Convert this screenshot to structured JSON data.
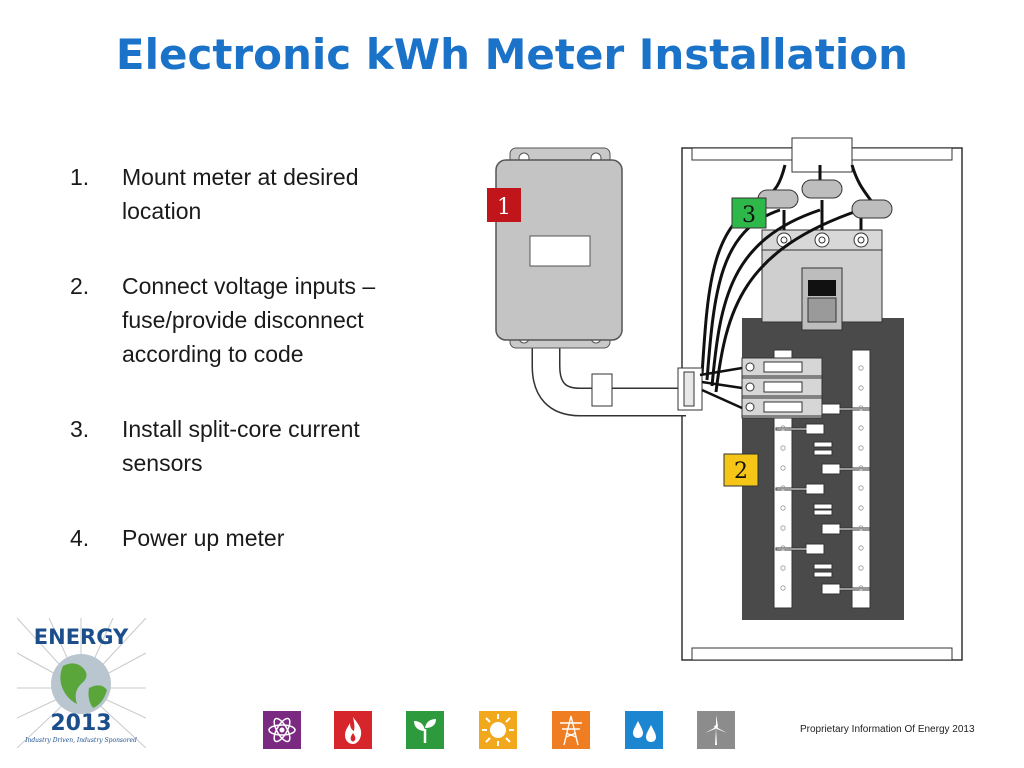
{
  "slide": {
    "title": "Electronic kWh Meter Installation",
    "footer": "Proprietary Information Of Energy 2013"
  },
  "steps": [
    {
      "number": "1.",
      "text": "Mount meter at desired location"
    },
    {
      "number": "2.",
      "text": "Connect voltage inputs – fuse/provide disconnect according to code"
    },
    {
      "number": "3.",
      "text": "Install split-core current sensors"
    },
    {
      "number": "4.",
      "text": "Power up meter"
    }
  ],
  "diagram": {
    "callouts": [
      {
        "label": "1",
        "color": "#c0151b"
      },
      {
        "label": "2",
        "color": "#f5c518"
      },
      {
        "label": "3",
        "color": "#2fb84a"
      }
    ]
  },
  "logo": {
    "word": "ENERGY",
    "year": "2013",
    "tagline": "Industry Driven, Industry Sponsored"
  },
  "footer_icons": [
    {
      "name": "atom-icon",
      "color": "#7b2a82"
    },
    {
      "name": "flame-icon",
      "color": "#d6262b"
    },
    {
      "name": "sprout-icon",
      "color": "#2e9a3e"
    },
    {
      "name": "sun-icon",
      "color": "#f2a81d"
    },
    {
      "name": "power-tower-icon",
      "color": "#ef7d22"
    },
    {
      "name": "water-drops-icon",
      "color": "#1c86d0"
    },
    {
      "name": "wind-turbine-icon",
      "color": "#8c8c8c"
    }
  ]
}
